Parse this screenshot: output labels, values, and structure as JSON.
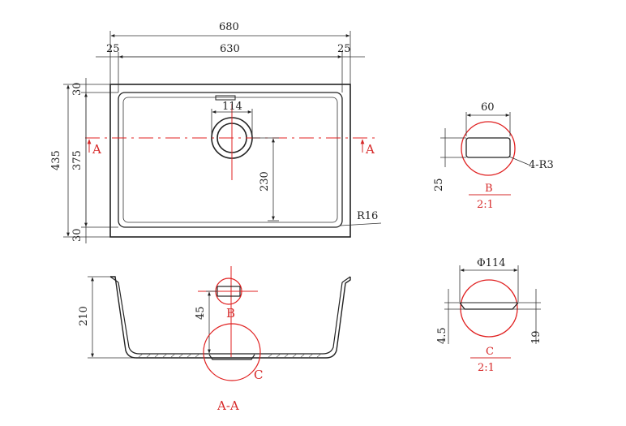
{
  "plan": {
    "overall_width": "680",
    "rim_left": "25",
    "inner_width": "630",
    "rim_right": "25",
    "overall_depth": "435",
    "rim_top": "30",
    "inner_depth": "375",
    "rim_bottom": "30",
    "drain_offset": "230",
    "drain_width": "114",
    "corner_radius": "R16",
    "section_marker": "A"
  },
  "section_view": {
    "height": "210",
    "drain_height": "45",
    "label": "A-A",
    "detail_b_ref": "B",
    "detail_c_ref": "C"
  },
  "detail_b": {
    "width": "60",
    "height": "25",
    "radius_note": "4-R3",
    "label": "B",
    "scale": "2:1"
  },
  "detail_c": {
    "diameter": "Φ114",
    "left_dim": "4.5",
    "right_dim": "19",
    "label": "C",
    "scale": "2:1"
  },
  "colors": {
    "line": "#222222",
    "section_red": "#e02020"
  }
}
